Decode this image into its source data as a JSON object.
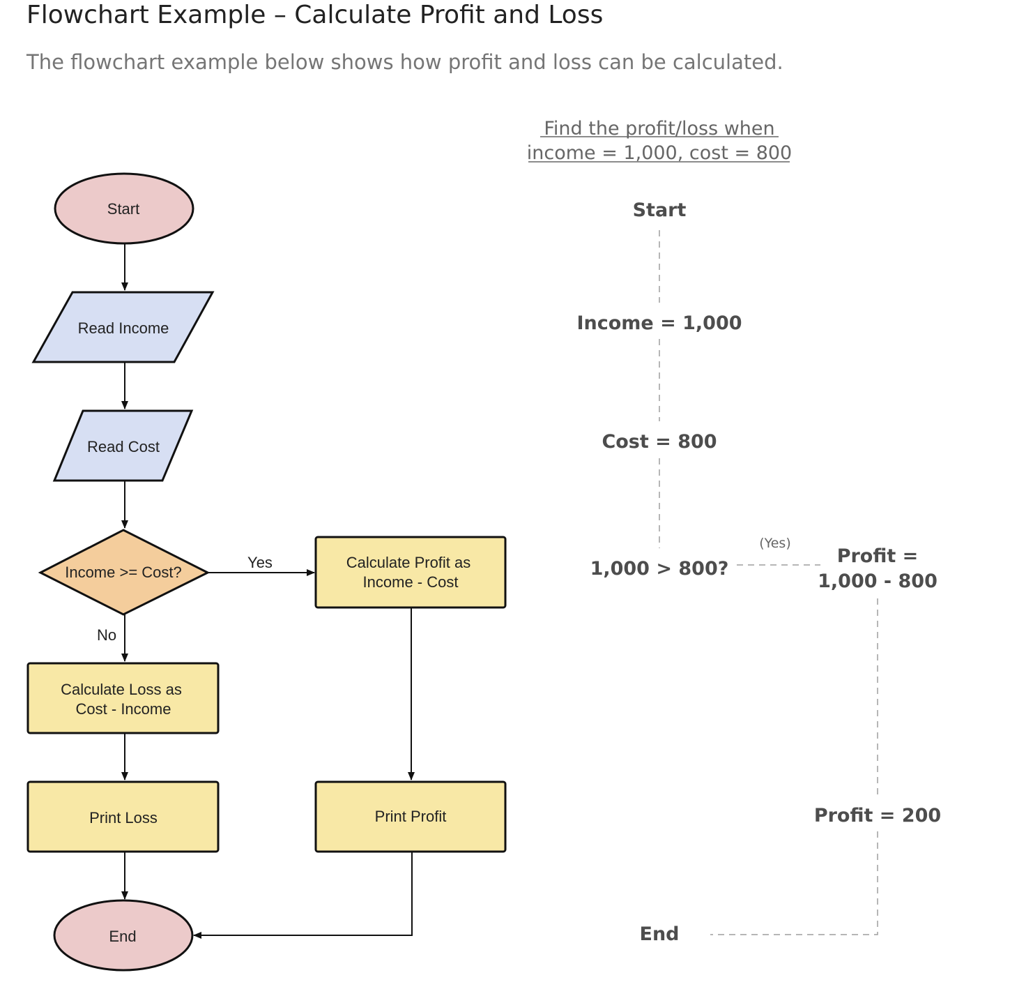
{
  "page": {
    "title": "Flowchart Example – Calculate Profit and Loss",
    "subtitle": "The flowchart example below shows how profit and loss can be calculated."
  },
  "flowchart": {
    "colors": {
      "terminal": "#eccaca",
      "io": "#d7dff3",
      "decision": "#f4cd9c",
      "process": "#f8e8a6",
      "stroke": "#111111"
    },
    "nodes": {
      "start": "Start",
      "read_income": "Read Income",
      "read_cost": "Read Cost",
      "decision": "Income >= Cost?",
      "calc_profit": [
        "Calculate Profit as",
        "Income - Cost"
      ],
      "calc_loss": [
        "Calculate Loss as",
        "Cost - Income"
      ],
      "print_loss": "Print Loss",
      "print_profit": "Print Profit",
      "end": "End"
    },
    "edge_labels": {
      "yes": "Yes",
      "no": "No"
    }
  },
  "trace": {
    "heading": [
      "Find the profit/loss when",
      "income = 1,000, cost = 800"
    ],
    "start": "Start",
    "income": "Income = 1,000",
    "cost": "Cost = 800",
    "check": "1,000 > 800?",
    "yes": "(Yes)",
    "profit_formula": [
      "Profit =",
      "1,000 - 800"
    ],
    "profit_result": "Profit = 200",
    "end": "End"
  }
}
